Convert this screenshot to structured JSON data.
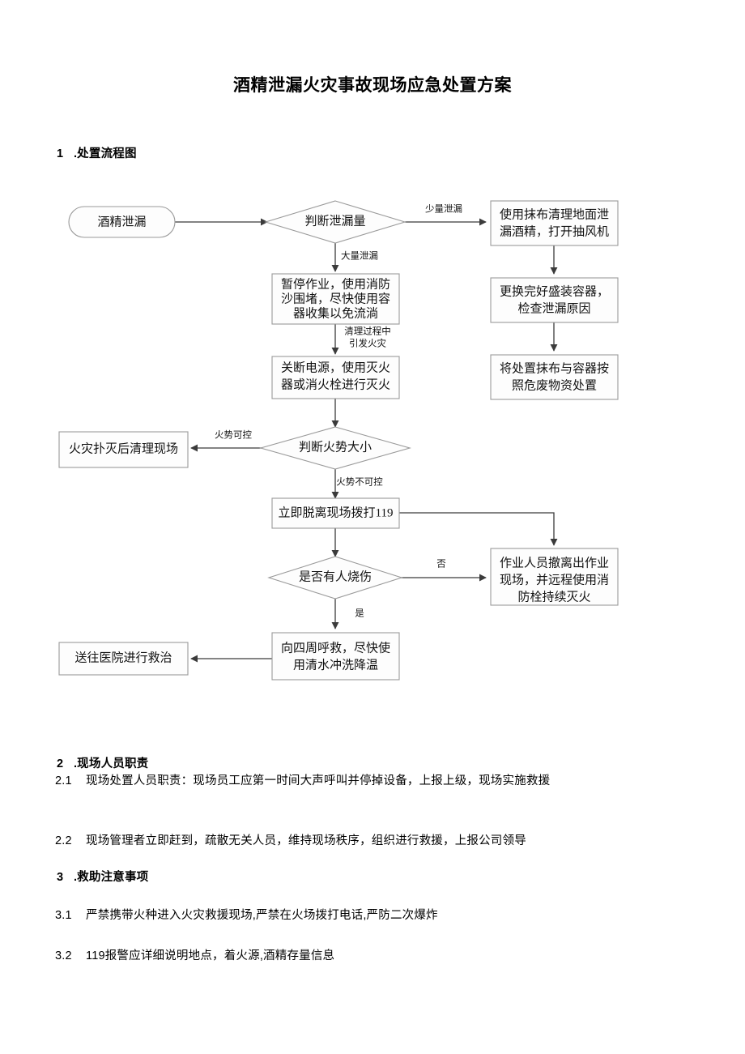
{
  "document": {
    "title": "酒精泄漏火灾事故现场应急处置方案"
  },
  "sections": {
    "s1_heading": "1   .处置流程图",
    "s2_heading": "2   .现场人员职责",
    "s3_heading": "3   .救助注意事项",
    "p21_num": "2.1",
    "p21_text": "现场处置人员职责：现场员工应第一时间大声呼叫并停掉设备，上报上级，现场实施救援",
    "p22_num": "2.2",
    "p22_text": "现场管理者立即赶到，疏散无关人员，维持现场秩序，组织进行救援，上报公司领导",
    "p31_num": "3.1",
    "p31_text": "严禁携带火种进入火灾救援现场,严禁在火场拨打电话,严防二次爆炸",
    "p32_num": "3.2",
    "p32_text": "119报警应详细说明地点，着火源,酒精存量信息"
  },
  "flowchart": {
    "nodes": {
      "start": "酒精泄漏",
      "d_leak_amount": "判断泄漏量",
      "clean_small": [
        "使用抹布清理地面泄",
        "漏酒精，打开抽风机"
      ],
      "replace_container": [
        "更换完好盛装容器，",
        "检查泄漏原因"
      ],
      "hazard_waste": [
        "将处置抹布与容器按",
        "照危废物资处置"
      ],
      "stop_work": [
        "暂停作业，使用消防",
        "沙围堵，尽快使用容",
        "器收集以免流淌"
      ],
      "cut_power": [
        "关断电源，使用灭火",
        "器或消火栓进行灭火"
      ],
      "d_fire_size": "判断火势大小",
      "clean_after_fire": "火灾扑灭后清理现场",
      "call_119": "立即脱离现场拨打119",
      "d_burn_injury": "是否有人烧伤",
      "evacuate_remote": [
        "作业人员撤离出作业",
        "现场，并远程使用消",
        "防栓持续灭火"
      ],
      "call_help_water": [
        "向四周呼救，尽快使",
        "用清水冲洗降温"
      ],
      "to_hospital": "送往医院进行救治"
    },
    "edge_labels": {
      "small_leak": "少量泄漏",
      "large_leak": "大量泄漏",
      "fire_during_clean": [
        "清理过程中",
        "引发火灾"
      ],
      "fire_controllable": "火势可控",
      "fire_uncontrollable": "火势不可控",
      "no": "否",
      "yes": "是"
    },
    "colors": {
      "node_stroke": "#9a9a9a",
      "node_fill": "#fdfdfd",
      "edge_stroke": "#3b3b3b",
      "text": "#111111"
    }
  }
}
